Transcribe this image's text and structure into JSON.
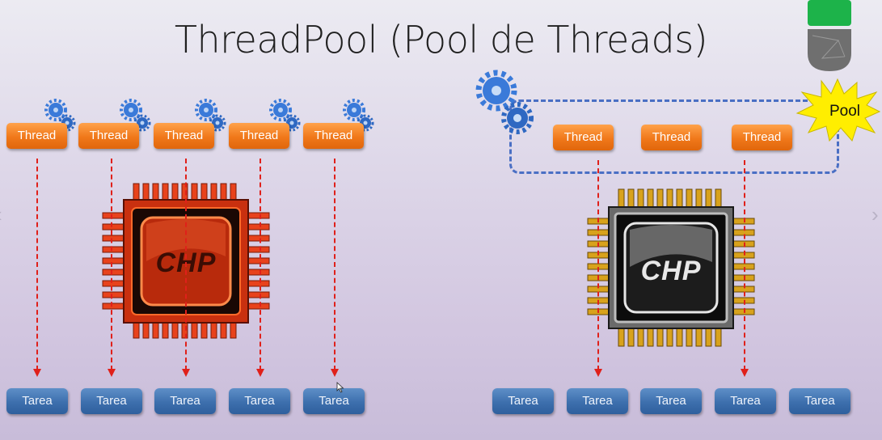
{
  "title": "ThreadPool (Pool de Threads)",
  "left": {
    "threads": [
      "Thread",
      "Thread",
      "Thread",
      "Thread",
      "Thread"
    ],
    "tareas": [
      "Tarea",
      "Tarea",
      "Tarea",
      "Tarea",
      "Tarea"
    ],
    "chip_label": "CHP"
  },
  "right": {
    "threads": [
      "Thread",
      "Thread",
      "Thread"
    ],
    "tareas": [
      "Tarea",
      "Tarea",
      "Tarea",
      "Tarea",
      "Tarea"
    ],
    "chip_label": "CHP",
    "pool_label": "Pool"
  },
  "colors": {
    "thread": "#f0781a",
    "tarea": "#3d6fad",
    "arrow": "#e0201a",
    "pool_border": "#4a6fc4",
    "starburst": "#ffee00"
  }
}
